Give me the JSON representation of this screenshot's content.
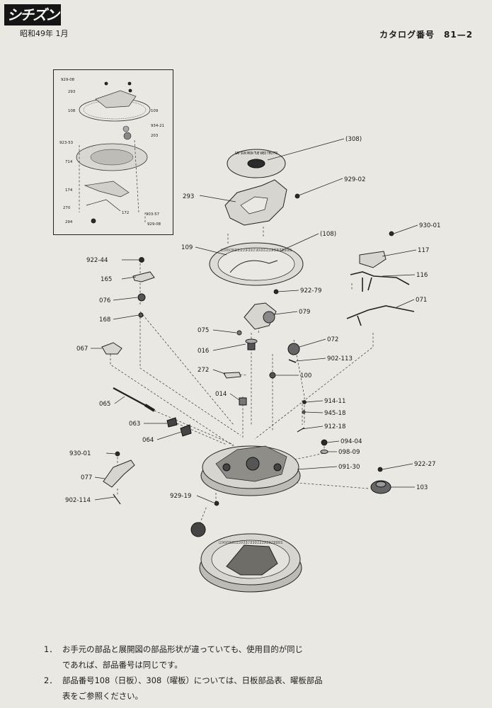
{
  "header": {
    "brand": "シチズン",
    "date": "昭和49年 1月",
    "catalog": "カタログ番号　81—2"
  },
  "parts": [
    {
      "id": "308",
      "label": "(308)"
    },
    {
      "id": "929-02",
      "label": "929-02"
    },
    {
      "id": "293",
      "label": "293"
    },
    {
      "id": "108",
      "label": "(108)"
    },
    {
      "id": "930-01a",
      "label": "930-01"
    },
    {
      "id": "922-44",
      "label": "922-44"
    },
    {
      "id": "109",
      "label": "109"
    },
    {
      "id": "117",
      "label": "117"
    },
    {
      "id": "165",
      "label": "165"
    },
    {
      "id": "116",
      "label": "116"
    },
    {
      "id": "922-79",
      "label": "922-79"
    },
    {
      "id": "076",
      "label": "076"
    },
    {
      "id": "071",
      "label": "071"
    },
    {
      "id": "079",
      "label": "079"
    },
    {
      "id": "168",
      "label": "168"
    },
    {
      "id": "075",
      "label": "075"
    },
    {
      "id": "072",
      "label": "072"
    },
    {
      "id": "067",
      "label": "067"
    },
    {
      "id": "016",
      "label": "016"
    },
    {
      "id": "902-113",
      "label": "902-113"
    },
    {
      "id": "272",
      "label": "272"
    },
    {
      "id": "100",
      "label": "100"
    },
    {
      "id": "014",
      "label": "014"
    },
    {
      "id": "065",
      "label": "065"
    },
    {
      "id": "914-11",
      "label": "914-11"
    },
    {
      "id": "945-18",
      "label": "945-18"
    },
    {
      "id": "063",
      "label": "063"
    },
    {
      "id": "912-18",
      "label": "912-18"
    },
    {
      "id": "064",
      "label": "064"
    },
    {
      "id": "094-04",
      "label": "094-04"
    },
    {
      "id": "930-01b",
      "label": "930-01"
    },
    {
      "id": "098-09",
      "label": "098-09"
    },
    {
      "id": "922-27",
      "label": "922-27"
    },
    {
      "id": "091-30",
      "label": "091-30"
    },
    {
      "id": "077",
      "label": "077"
    },
    {
      "id": "103",
      "label": "103"
    },
    {
      "id": "902-114",
      "label": "902-114"
    },
    {
      "id": "929-19",
      "label": "929-19"
    }
  ],
  "inset_parts": [
    {
      "id": "i929-08a",
      "label": "929-08"
    },
    {
      "id": "i293",
      "label": "293"
    },
    {
      "id": "i108",
      "label": "108"
    },
    {
      "id": "i109",
      "label": "109"
    },
    {
      "id": "i934-21",
      "label": "934-21"
    },
    {
      "id": "i203",
      "label": "203"
    },
    {
      "id": "i923-53",
      "label": "923-53"
    },
    {
      "id": "i714",
      "label": "714"
    },
    {
      "id": "i174",
      "label": "174"
    },
    {
      "id": "i270",
      "label": "270"
    },
    {
      "id": "i172",
      "label": "172"
    },
    {
      "id": "i903-57",
      "label": "903-57"
    },
    {
      "id": "i294",
      "label": "294"
    },
    {
      "id": "i929-08b",
      "label": "929-08"
    }
  ],
  "dial_text": {
    "day_wheel": "SAT SUN MON TUE WED THU FRI",
    "date_wheel": "1 2 3 4 5 6 7 8 9 10 11 12 13 14 15 16 17 18 19 20 21 22 23 24 25 26 27 28 29 30 31"
  },
  "notes": [
    {
      "num": "1．",
      "lines": [
        "お手元の部品と展開図の部品形状が違っていても、使用目的が同じ",
        "であれば、部品番号は同じです。"
      ]
    },
    {
      "num": "2．",
      "lines": [
        "部品番号108（日板）、308（曜板）については、日板部品表、曜板部品",
        "表をご参照ください。"
      ]
    }
  ]
}
